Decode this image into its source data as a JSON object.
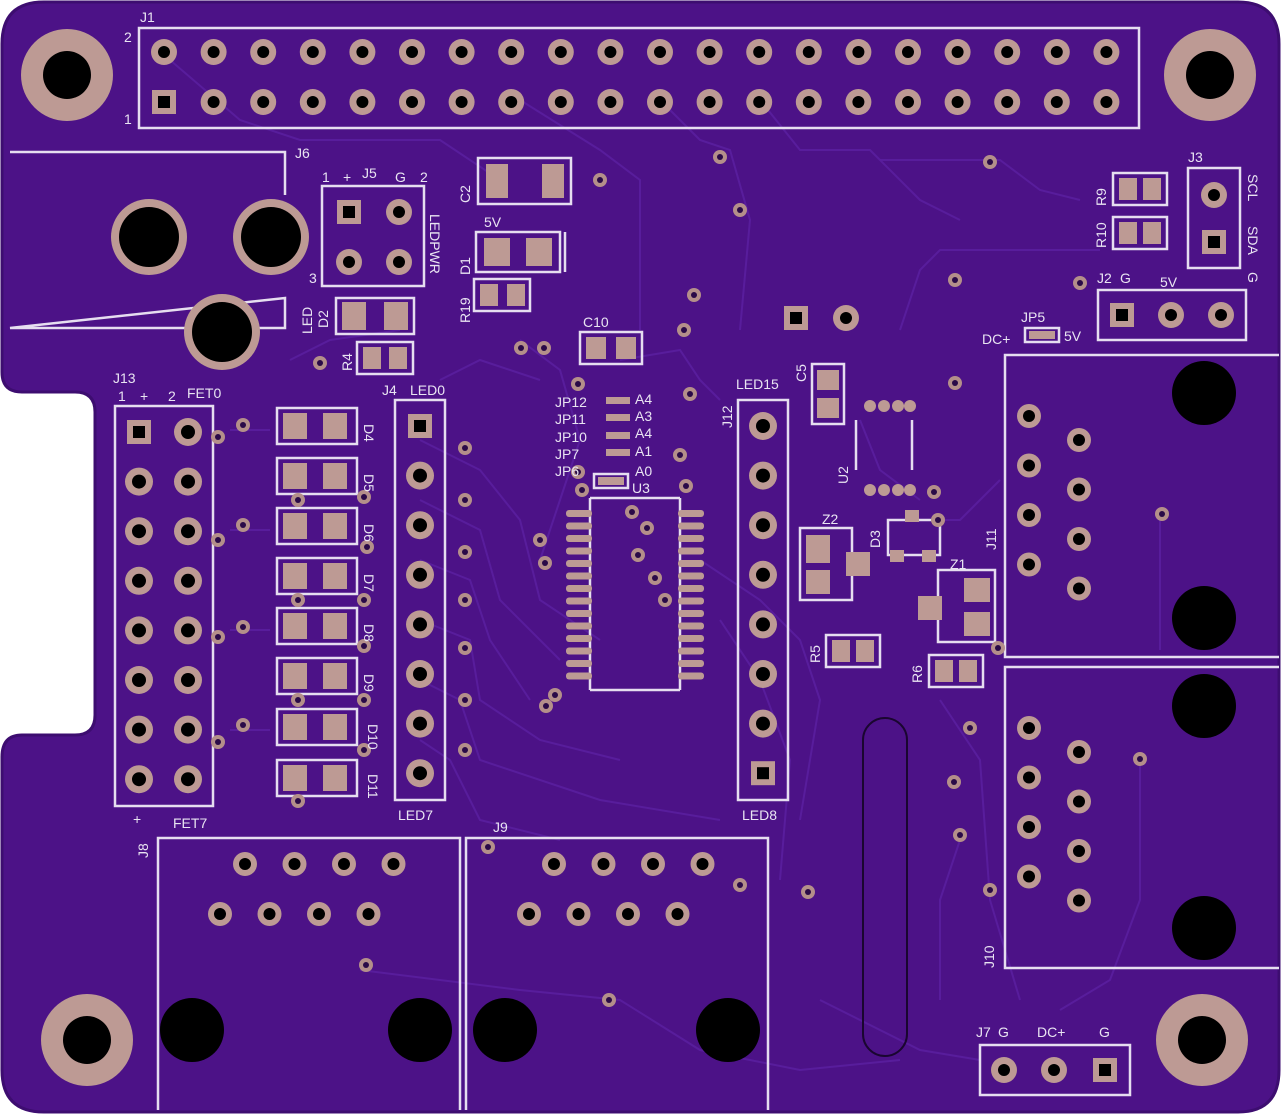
{
  "colors": {
    "board": "#4c1287",
    "board_edge": "#3d0d70",
    "silkscreen": "#e6def0",
    "pad": "#bd9a94",
    "hole": "#000000",
    "trace": "#5a1f9e"
  },
  "components": [
    {
      "id": "j1",
      "label": "J1"
    },
    {
      "id": "j2",
      "label": "J2"
    },
    {
      "id": "j3",
      "label": "J3"
    },
    {
      "id": "j4",
      "label": "J4"
    },
    {
      "id": "j5",
      "label": "J5"
    },
    {
      "id": "j6",
      "label": "J6"
    },
    {
      "id": "j7",
      "label": "J7"
    },
    {
      "id": "j8",
      "label": "J8"
    },
    {
      "id": "j9",
      "label": "J9"
    },
    {
      "id": "j10",
      "label": "J10"
    },
    {
      "id": "j11",
      "label": "J11"
    },
    {
      "id": "j12",
      "label": "J12"
    },
    {
      "id": "j13",
      "label": "J13"
    },
    {
      "id": "c2",
      "label": "C2"
    },
    {
      "id": "c5",
      "label": "C5"
    },
    {
      "id": "c10",
      "label": "C10"
    },
    {
      "id": "d1",
      "label": "D1"
    },
    {
      "id": "d2",
      "label": "D2"
    },
    {
      "id": "d3",
      "label": "D3"
    },
    {
      "id": "d4",
      "label": "D4"
    },
    {
      "id": "d5",
      "label": "D5"
    },
    {
      "id": "d6",
      "label": "D6"
    },
    {
      "id": "d7",
      "label": "D7"
    },
    {
      "id": "d8",
      "label": "D8"
    },
    {
      "id": "d9",
      "label": "D9"
    },
    {
      "id": "d10",
      "label": "D10"
    },
    {
      "id": "d11",
      "label": "D11"
    },
    {
      "id": "r4",
      "label": "R4"
    },
    {
      "id": "r5",
      "label": "R5"
    },
    {
      "id": "r6",
      "label": "R6"
    },
    {
      "id": "r9",
      "label": "R9"
    },
    {
      "id": "r10",
      "label": "R10"
    },
    {
      "id": "r19",
      "label": "R19"
    },
    {
      "id": "u2",
      "label": "U2"
    },
    {
      "id": "u3",
      "label": "U3"
    },
    {
      "id": "z1",
      "label": "Z1"
    },
    {
      "id": "z2",
      "label": "Z2"
    },
    {
      "id": "jp5",
      "label": "JP5"
    },
    {
      "id": "jp6",
      "label": "JP6"
    },
    {
      "id": "jp7",
      "label": "JP7"
    },
    {
      "id": "jp10",
      "label": "JP10"
    },
    {
      "id": "jp11",
      "label": "JP11"
    },
    {
      "id": "jp12",
      "label": "JP12"
    }
  ],
  "annotations": [
    {
      "id": "j1-pin2",
      "text": "2"
    },
    {
      "id": "j1-pin1",
      "text": "1"
    },
    {
      "id": "j5-pin1",
      "text": "1"
    },
    {
      "id": "j5-plus",
      "text": "+"
    },
    {
      "id": "j5-g",
      "text": "G"
    },
    {
      "id": "j5-pin2",
      "text": "2"
    },
    {
      "id": "j5-pin3",
      "text": "3"
    },
    {
      "id": "ledpwr",
      "text": "LEDPWR"
    },
    {
      "id": "led",
      "text": "LED"
    },
    {
      "id": "v5-d1",
      "text": "5V"
    },
    {
      "id": "j13-pin1",
      "text": "1"
    },
    {
      "id": "j13-plus",
      "text": "+"
    },
    {
      "id": "j13-pin2",
      "text": "2"
    },
    {
      "id": "fet0",
      "text": "FET0"
    },
    {
      "id": "fet7",
      "text": "FET7"
    },
    {
      "id": "j13-plus-bottom",
      "text": "+"
    },
    {
      "id": "led0",
      "text": "LED0"
    },
    {
      "id": "led7",
      "text": "LED7"
    },
    {
      "id": "led15",
      "text": "LED15"
    },
    {
      "id": "led8",
      "text": "LED8"
    },
    {
      "id": "a4-top",
      "text": "A4"
    },
    {
      "id": "a3",
      "text": "A3"
    },
    {
      "id": "a4-mid",
      "text": "A4"
    },
    {
      "id": "a1",
      "text": "A1"
    },
    {
      "id": "a0",
      "text": "A0"
    },
    {
      "id": "scl",
      "text": "SCL"
    },
    {
      "id": "sda",
      "text": "SDA"
    },
    {
      "id": "j3-g",
      "text": "G"
    },
    {
      "id": "j2-g",
      "text": "G"
    },
    {
      "id": "j2-5v",
      "text": "5V"
    },
    {
      "id": "dc-plus",
      "text": "DC+"
    },
    {
      "id": "jp5-5v",
      "text": "5V"
    },
    {
      "id": "j7-g-left",
      "text": "G"
    },
    {
      "id": "j7-dc",
      "text": "DC+"
    },
    {
      "id": "j7-g-right",
      "text": "G"
    }
  ]
}
